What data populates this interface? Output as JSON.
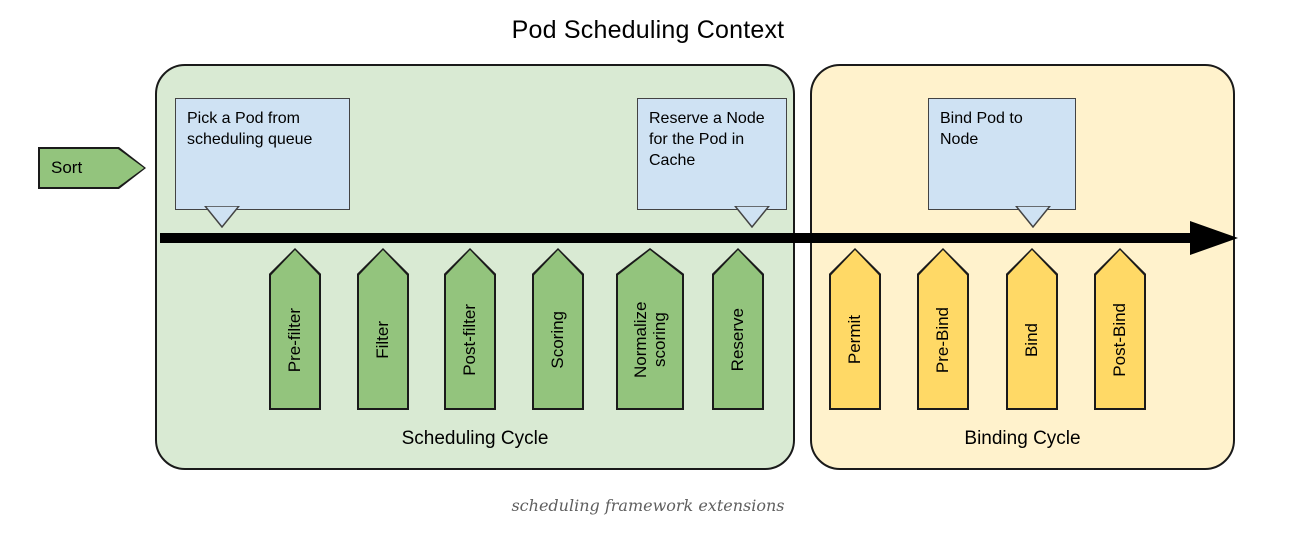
{
  "title": "Pod Scheduling Context",
  "caption": "scheduling framework extensions",
  "sort": {
    "label": "Sort"
  },
  "callouts": [
    {
      "name": "pick-pod",
      "text": "Pick a Pod from scheduling queue"
    },
    {
      "name": "reserve-node",
      "text": "Reserve a Node for the Pod in Cache"
    },
    {
      "name": "bind-pod",
      "text": "Bind Pod to Node"
    }
  ],
  "scheduling_cycle": {
    "label": "Scheduling Cycle",
    "stages": [
      "Pre-filter",
      "Filter",
      "Post-filter",
      "Scoring",
      "Normalize scoring",
      "Reserve"
    ]
  },
  "binding_cycle": {
    "label": "Binding Cycle",
    "stages": [
      "Permit",
      "Pre-Bind",
      "Bind",
      "Post-Bind"
    ]
  },
  "colors": {
    "scheduling_bg": "#d9ead3",
    "binding_bg": "#fff2cc",
    "stage_green": "#93c47d",
    "stage_yellow": "#ffd966",
    "callout_blue": "#cfe2f3",
    "outline": "#1a1a1a",
    "arrow_black": "#000000",
    "caption_gray": "#5f5f5f"
  }
}
